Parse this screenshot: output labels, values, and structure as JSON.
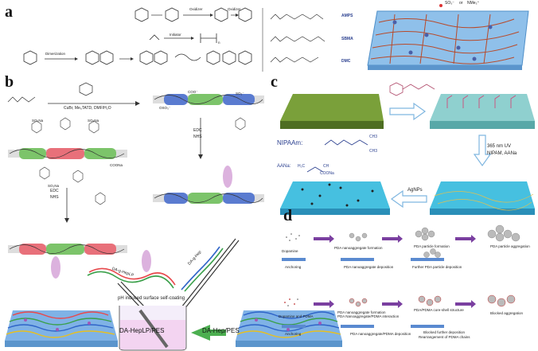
{
  "panels": {
    "a": {
      "letter": "a",
      "reaction1": {
        "oxidizer": "Oxidizer",
        "oxidizer2": "Oxidizer",
        "label_oh": "OH"
      },
      "reaction2": {
        "initiator": "Initiator",
        "n": "n"
      },
      "reaction3": {
        "dimerization": "Dimerization"
      },
      "monomers": [
        {
          "name": "AMPS"
        },
        {
          "name": "SBMA"
        },
        {
          "name": "DMC"
        }
      ],
      "legend": {
        "sulfonate": "SO₃⁻",
        "or": "or",
        "ammonium": "NMe₃⁺"
      }
    },
    "b": {
      "letter": "b",
      "reagents_top": "CuBr, Me₆TATD, DMF/H₂O",
      "edc_nhs_left": [
        "EDC",
        "NHS"
      ],
      "edc_nhs_right": [
        "EDC",
        "NHS"
      ],
      "polymer_labels": {
        "so3na": "SO₃Na",
        "coona": "COONa",
        "so3": "SO₃⁻",
        "oso3": "OSO₃⁻",
        "coo": "COO⁻"
      },
      "strand_labels": {
        "left": "DA-g-HepLP",
        "right": "DA-g-Hep"
      },
      "coating_caption": "pH induced surface self-coating",
      "membrane_labels": {
        "left": "DA-HepLP/PES",
        "right": "DA-Hep/PES"
      }
    },
    "c": {
      "letter": "c",
      "nipaam": "NIPAAm:",
      "aana": "AANa:",
      "aana_formula": {
        "h2c": "H₂C",
        "ch": "CH",
        "coona": "COONa"
      },
      "nipaam_formula": {
        "ch3a": "CH3",
        "ch3b": "CH3"
      },
      "uv_step": [
        "365 nm UV",
        "NIPAM, AANa"
      ],
      "agnps": "AgNPs"
    },
    "d": {
      "letter": "d",
      "row1": {
        "start": "Dopamine",
        "steps": [
          "PDA nanoaggregate formation",
          "PDA particle formation",
          "PDA particle aggregation"
        ],
        "sub": [
          "Anchoring",
          "PDA nanoaggregate deposition",
          "Further PDA particle deposition"
        ]
      },
      "row2": {
        "start": "Dopamine and PDMA",
        "steps": [
          "PDA nanoaggregate formation",
          "PDA/PDMA core-shell structure",
          "Blocked aggregation"
        ],
        "step1_extra": "PDA Nanoaggregate/PDMA interaction",
        "sub": [
          "Anchoring",
          "PDA nanoaggregate/PDMA deposition",
          "Blocked further deposition"
        ],
        "sub_extra": "Rearrangement of PDMA chains"
      }
    }
  },
  "colors": {
    "red_band": "#e8707a",
    "green_band": "#7cc46a",
    "blue_band": "#5a7bd0",
    "membrane_blue": "#7fb2e6",
    "olive_plate": "#7aa03a",
    "teal_plate": "#8fd0cf",
    "cyan_plate": "#46c0e0",
    "arrow_purple": "#7a3fa0",
    "arrow_green": "#4caf50"
  }
}
